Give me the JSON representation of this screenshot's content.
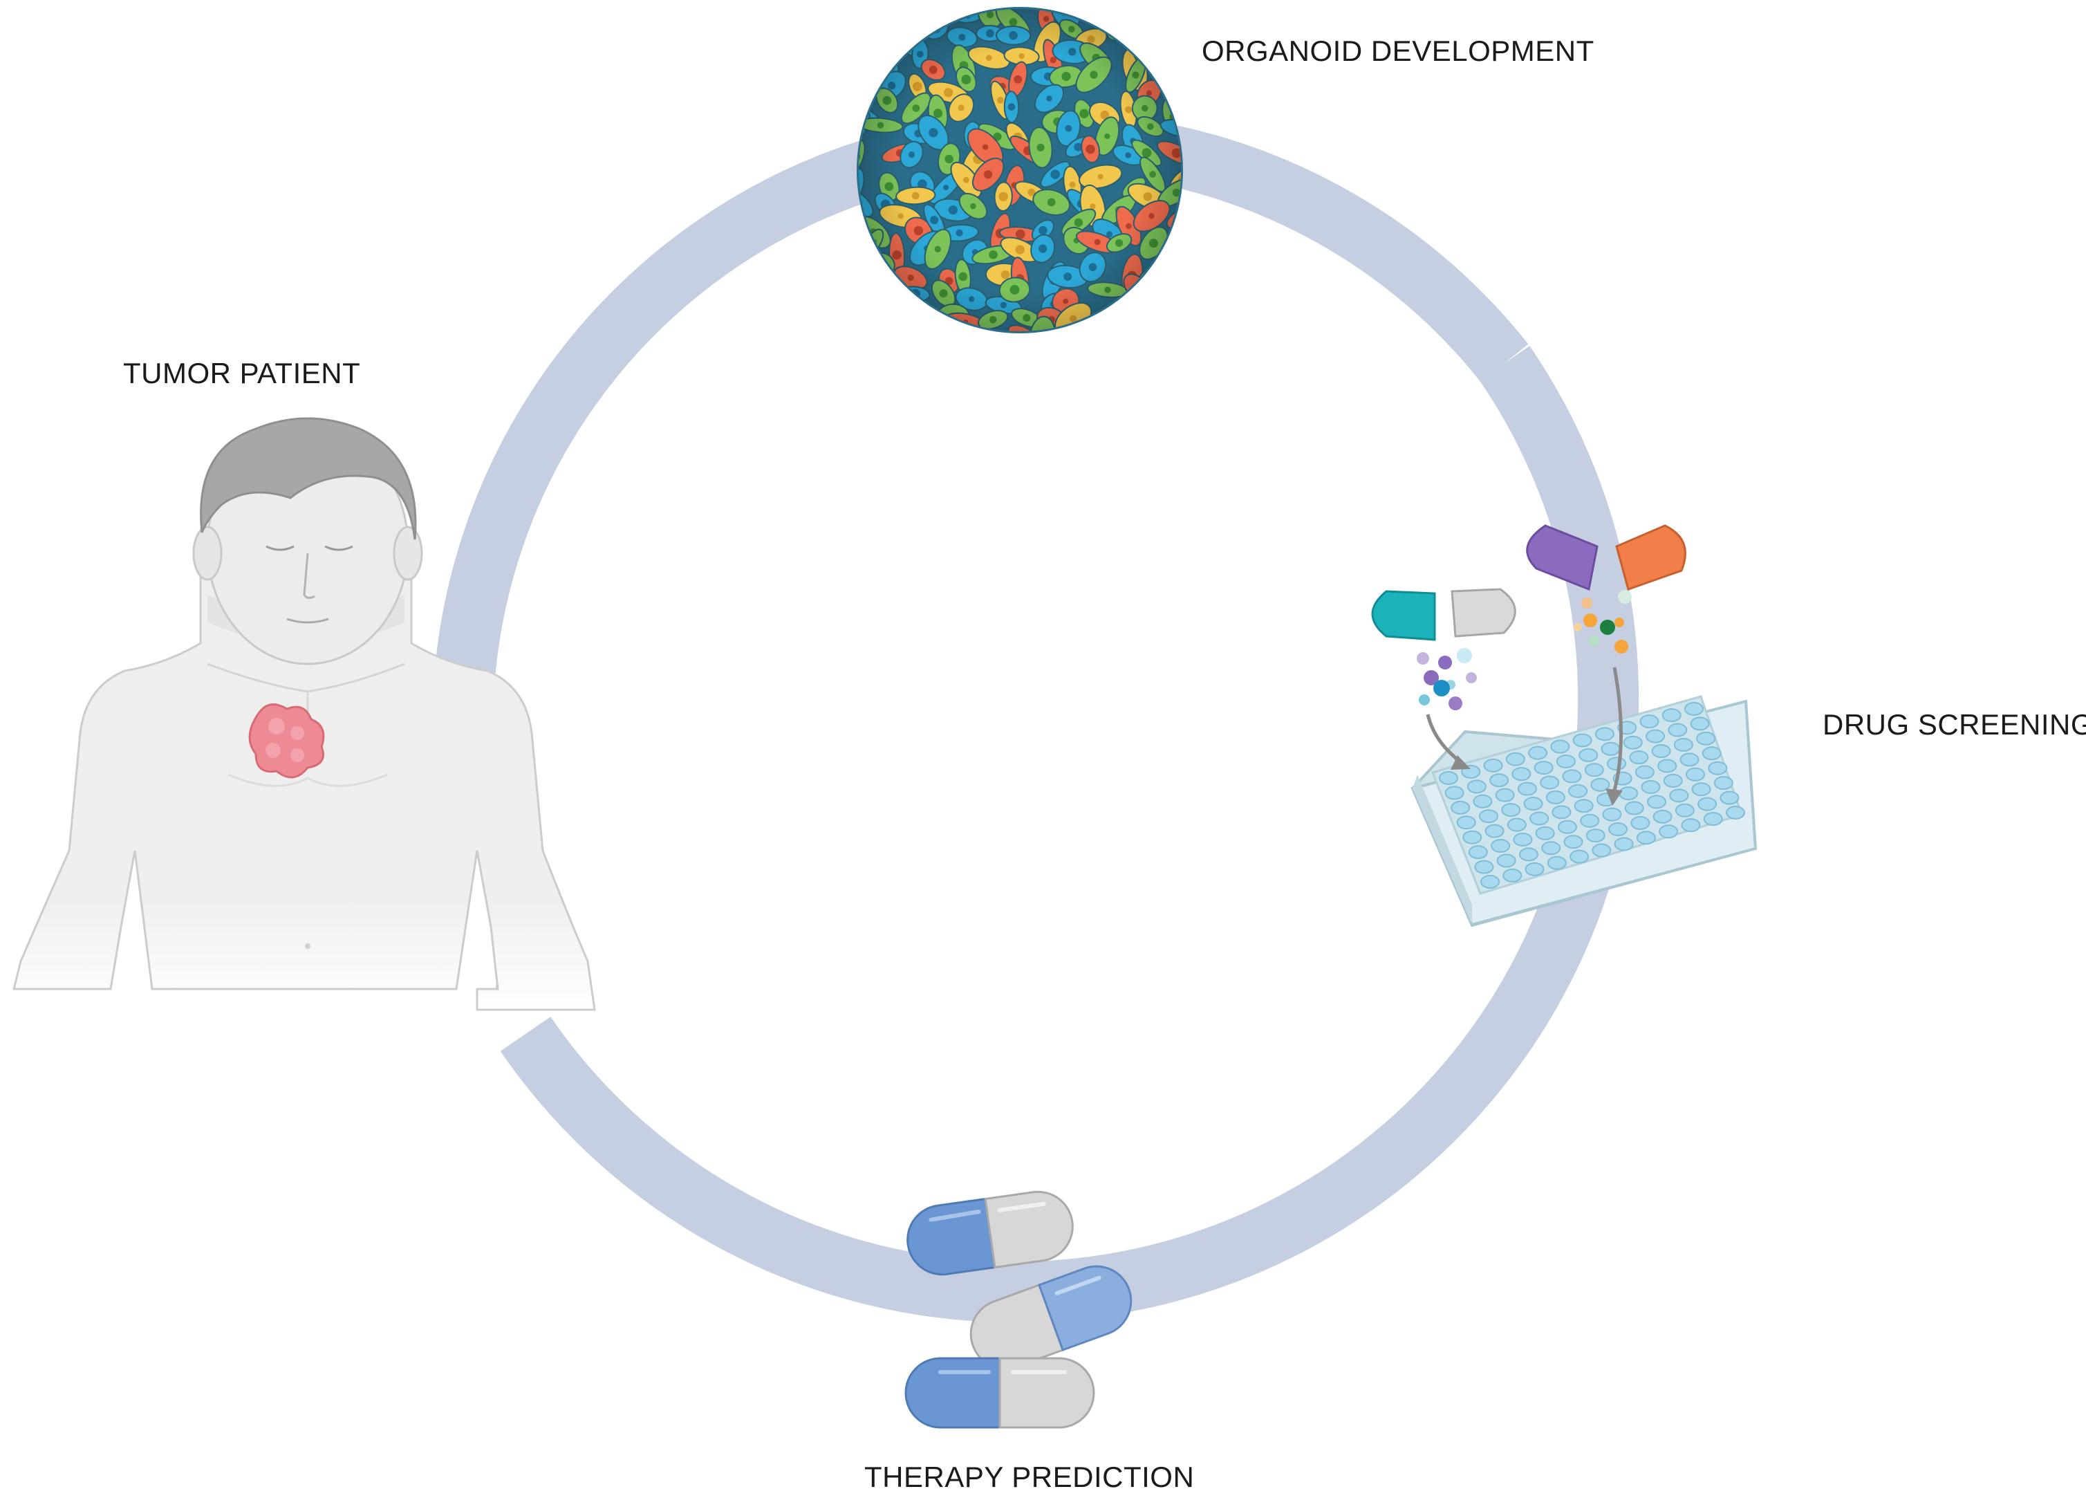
{
  "labels": {
    "organoid": "ORGANOID DEVELOPMENT",
    "patient": "TUMOR PATIENT",
    "drug": "DRUG SCREENING",
    "therapy": "THERAPY PREDICTION"
  },
  "colors": {
    "cycle_arrow": "#c5cfe1",
    "skin": "#ececec",
    "skin_outline": "#c9c9c9",
    "hair": "#a7a7a7",
    "tumor": "#ee8a94",
    "organoid_blue": "#2ba8d8",
    "organoid_green": "#7cc35a",
    "organoid_yellow": "#f1c74d",
    "organoid_red": "#ef6b4d",
    "plate": "#d8eaf1",
    "well": "#a9d9ee",
    "capsule_blue": "#6a97d3",
    "capsule_gray": "#d7d7d7",
    "capsule_teal": "#1bb3b9",
    "capsule_purple": "#8a6bbd",
    "capsule_orange": "#f07f4a"
  }
}
